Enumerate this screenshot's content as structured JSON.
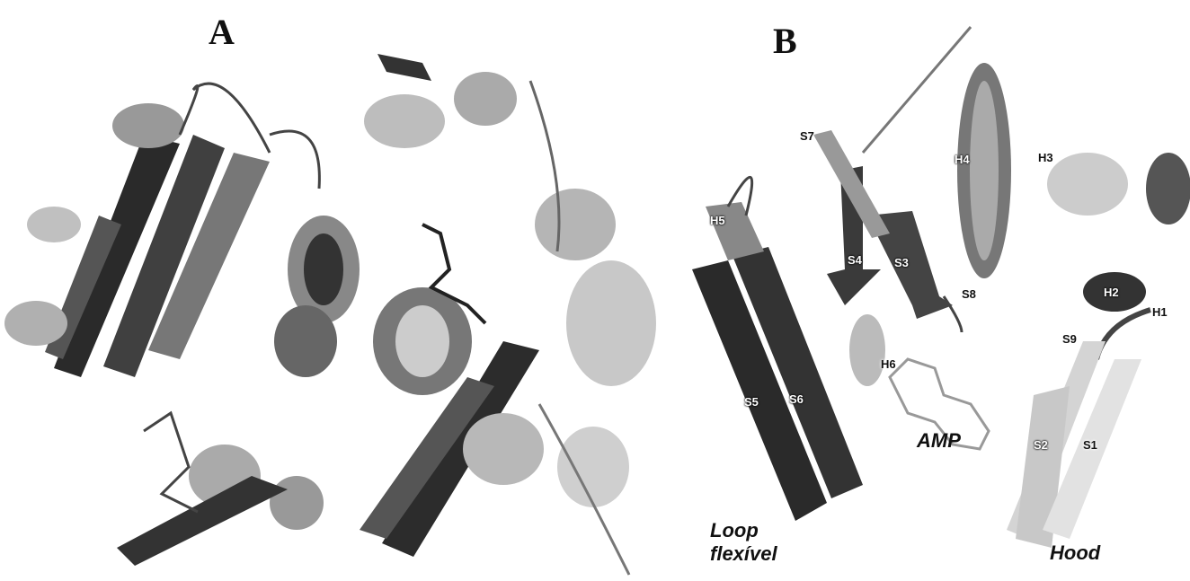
{
  "panels": {
    "a": {
      "letter": "A"
    },
    "b": {
      "letter": "B"
    }
  },
  "structure_labels": {
    "S7": "S7",
    "S4": "S4",
    "S3": "S3",
    "S8": "S8",
    "H4": "H4",
    "H3": "H3",
    "H5": "H5",
    "H2": "H2",
    "H1": "H1",
    "H6": "H6",
    "S9": "S9",
    "S5": "S5",
    "S6": "S6",
    "S2": "S2",
    "S1": "S1"
  },
  "region_labels": {
    "amp": "AMP",
    "loop_line1": "Loop",
    "loop_line2": "flexível",
    "hood": "Hood"
  }
}
